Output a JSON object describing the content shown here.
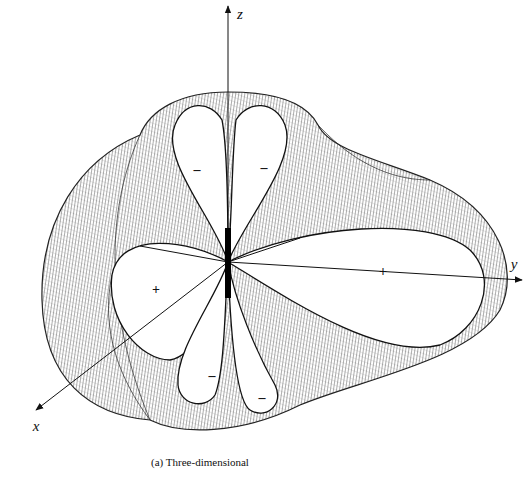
{
  "diagram": {
    "caption": "(a) Three-dimensional",
    "labels": [
      "z",
      "y",
      "x",
      "+",
      "+",
      "–",
      "–",
      "–",
      "–"
    ]
  }
}
